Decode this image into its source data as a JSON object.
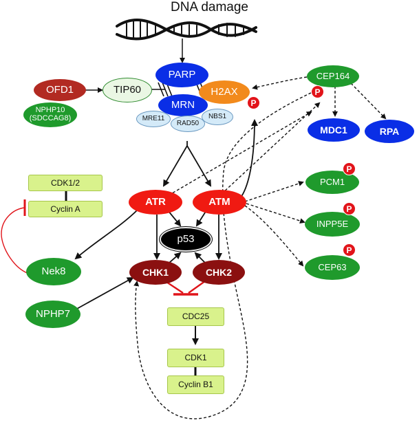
{
  "title": "DNA damage",
  "nodes": {
    "parp": "PARP",
    "mrn": "MRN",
    "tip60": "TIP60",
    "ofd1": "OFD1",
    "nphp10": "NPHP10",
    "nphp10_alt": "(SDCCAG8)",
    "h2ax": "H2AX",
    "mre11": "MRE11",
    "rad50": "RAD50",
    "nbs1": "NBS1",
    "cep164": "CEP164",
    "mdc1": "MDC1",
    "rpa": "RPA",
    "cdk12": "CDK1/2",
    "cyclin_a": "Cyclin A",
    "atr": "ATR",
    "atm": "ATM",
    "p53": "p53",
    "nek8": "Nek8",
    "chk1": "CHK1",
    "chk2": "CHK2",
    "nphp7": "NPHP7",
    "cdc25": "CDC25",
    "cdk1": "CDK1",
    "cyclin_b1": "Cyclin B1",
    "pcm1": "PCM1",
    "inpp5e": "INPP5E",
    "cep63": "CEP63"
  },
  "phospho_label": "P",
  "colors": {
    "blue": "#0a2ee6",
    "green": "#1f9a2c",
    "red": "#f01a12",
    "darkred": "#8b1010",
    "orange": "#f28a1c",
    "lightblue": "#d4eaf8",
    "lightgreen": "#d8f2c0",
    "boxgreen": "#d9f28c",
    "inhibit": "#e0141a"
  }
}
